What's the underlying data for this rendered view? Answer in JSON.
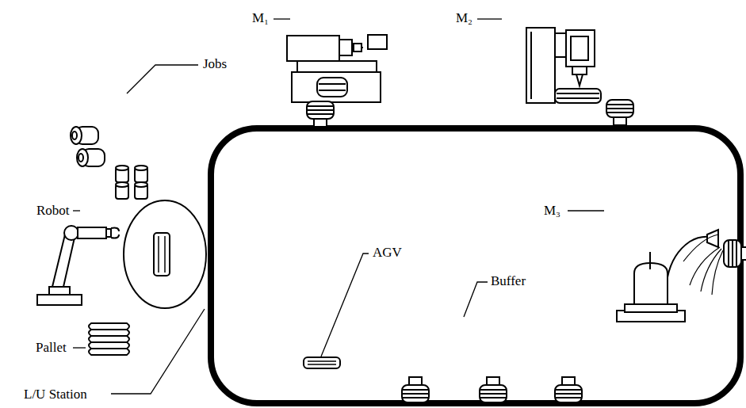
{
  "diagram": {
    "labels": [
      "M₁",
      "M₂",
      "Jobs",
      "Robot",
      "M₃",
      "AGV",
      "Buffer",
      "Pallet",
      "L/U Station"
    ]
  }
}
